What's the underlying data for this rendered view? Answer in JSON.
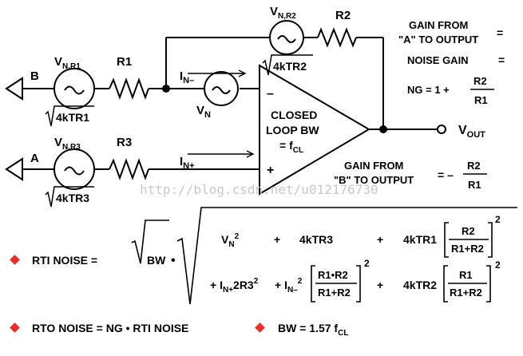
{
  "circuit": {
    "node_b": "B",
    "node_a": "A",
    "vn_r1": "V",
    "vn_r1_sub": "N,R1",
    "r1": "R1",
    "sqrt_4ktr1": "4kTR1",
    "vn_r3": "V",
    "vn_r3_sub": "N,R3",
    "r3": "R3",
    "sqrt_4ktr3": "4kTR3",
    "vn_r2": "V",
    "vn_r2_sub": "N,R2",
    "r2": "R2",
    "sqrt_4ktr2": "4kTR2",
    "in_minus": "I",
    "in_minus_sub": "N–",
    "in_plus": "I",
    "in_plus_sub": "N+",
    "vn": "V",
    "vn_sub": "N",
    "minus_sign": "–",
    "plus_sign": "+",
    "closed": "CLOSED",
    "loop_bw": "LOOP BW",
    "fcl": "= f",
    "fcl_sub": "CL",
    "vout": "V",
    "vout_sub": "OUT"
  },
  "gains": {
    "gain_a_line1": "GAIN FROM",
    "gain_a_line2": "\"A\" TO OUTPUT",
    "gain_a_eq": "=",
    "noise_gain": "NOISE GAIN",
    "noise_gain_eq": "=",
    "ng_eq": "NG =  1 +",
    "ng_num": "R2",
    "ng_den": "R1",
    "gain_b_line1": "GAIN FROM",
    "gain_b_line2": "\"B\" TO OUTPUT",
    "gain_b_eq": "= –",
    "gain_b_num": "R2",
    "gain_b_den": "R1"
  },
  "equations": {
    "rti_label": "RTI  NOISE  =",
    "bw": "BW",
    "dot": "•",
    "vn2": "V",
    "vn2_sub": "N",
    "vn2_sup": "2",
    "plus": "+",
    "term_4ktr3": "4kTR3",
    "term_4ktr1": "4kTR1",
    "frac1_num": "R2",
    "frac1_den": "R1+R2",
    "sq": "2",
    "row2_plus": "+ I",
    "inp_sub": "N+",
    "inp_rest": "2R3",
    "inp_rest_sup": "2",
    "inm": "+ I",
    "inm_sub": "N–",
    "inm_sup": "2",
    "frac2_num": "R1•R2",
    "frac2_den": "R1+R2",
    "term_4ktr2": "4kTR2",
    "frac3_num": "R1",
    "frac3_den": "R1+R2",
    "rto_label": "RTO NOISE = NG • RTI NOISE",
    "bw_eq": "BW = 1.57 f",
    "bw_eq_sub": "CL"
  },
  "watermark": "http://blog.csdn.net/u012176730",
  "colors": {
    "bullet": "#e8302a",
    "ink": "#000000",
    "watermark": "#c8c8c8"
  }
}
